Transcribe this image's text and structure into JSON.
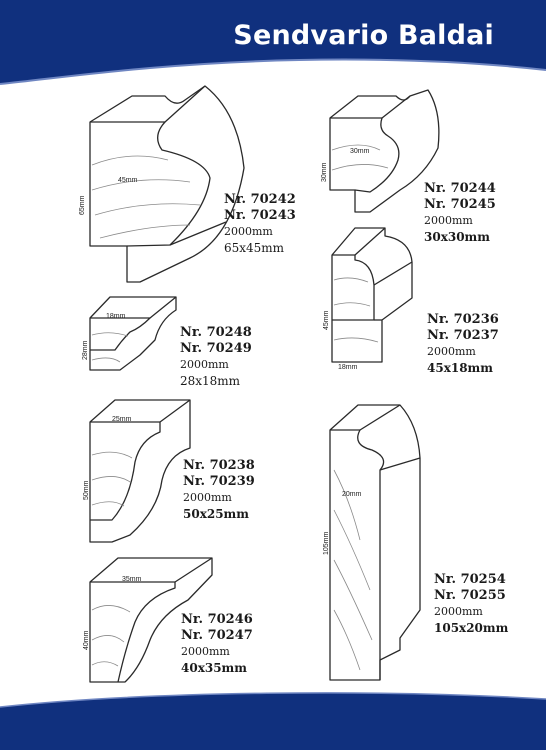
{
  "header": {
    "title": "Sendvario Baldai"
  },
  "colors": {
    "banner": "#10307e",
    "outline": "#2a2a2a",
    "grain": "#8a8a8a"
  },
  "profiles": [
    {
      "codes": [
        "Nr. 70242",
        "Nr. 70243"
      ],
      "length": "2000mm",
      "size": "65x45mm",
      "dims": [
        "45mm",
        "65mm"
      ]
    },
    {
      "codes": [
        "Nr. 70244",
        "Nr. 70245"
      ],
      "length": "2000mm",
      "size": "30x30mm",
      "dims": [
        "30mm",
        "30mm"
      ]
    },
    {
      "codes": [
        "Nr. 70236",
        "Nr. 70237"
      ],
      "length": "2000mm",
      "size": "45x18mm",
      "dims": [
        "45mm",
        "18mm"
      ]
    },
    {
      "codes": [
        "Nr. 70248",
        "Nr. 70249"
      ],
      "length": "2000mm",
      "size": "28x18mm",
      "dims": [
        "18mm",
        "28mm"
      ]
    },
    {
      "codes": [
        "Nr. 70238",
        "Nr. 70239"
      ],
      "length": "2000mm",
      "size": "50x25mm",
      "dims": [
        "25mm",
        "50mm"
      ]
    },
    {
      "codes": [
        "Nr. 70254",
        "Nr. 70255"
      ],
      "length": "2000mm",
      "size": "105x20mm",
      "dims": [
        "20mm",
        "105mm"
      ]
    },
    {
      "codes": [
        "Nr. 70246",
        "Nr. 70247"
      ],
      "length": "2000mm",
      "size": "40x35mm",
      "dims": [
        "35mm",
        "40mm"
      ]
    }
  ]
}
